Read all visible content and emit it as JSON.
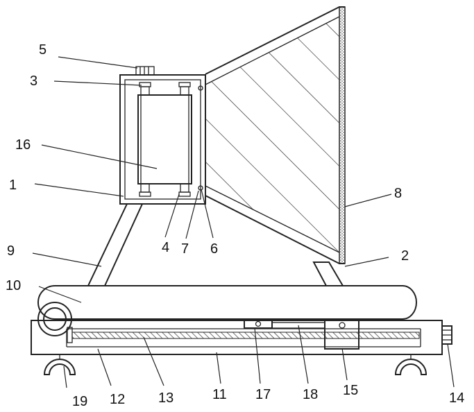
{
  "figure": {
    "labels": [
      "1",
      "2",
      "3",
      "4",
      "5",
      "6",
      "7",
      "8",
      "9",
      "10",
      "11",
      "12",
      "13",
      "14",
      "15",
      "16",
      "17",
      "18",
      "19"
    ]
  }
}
